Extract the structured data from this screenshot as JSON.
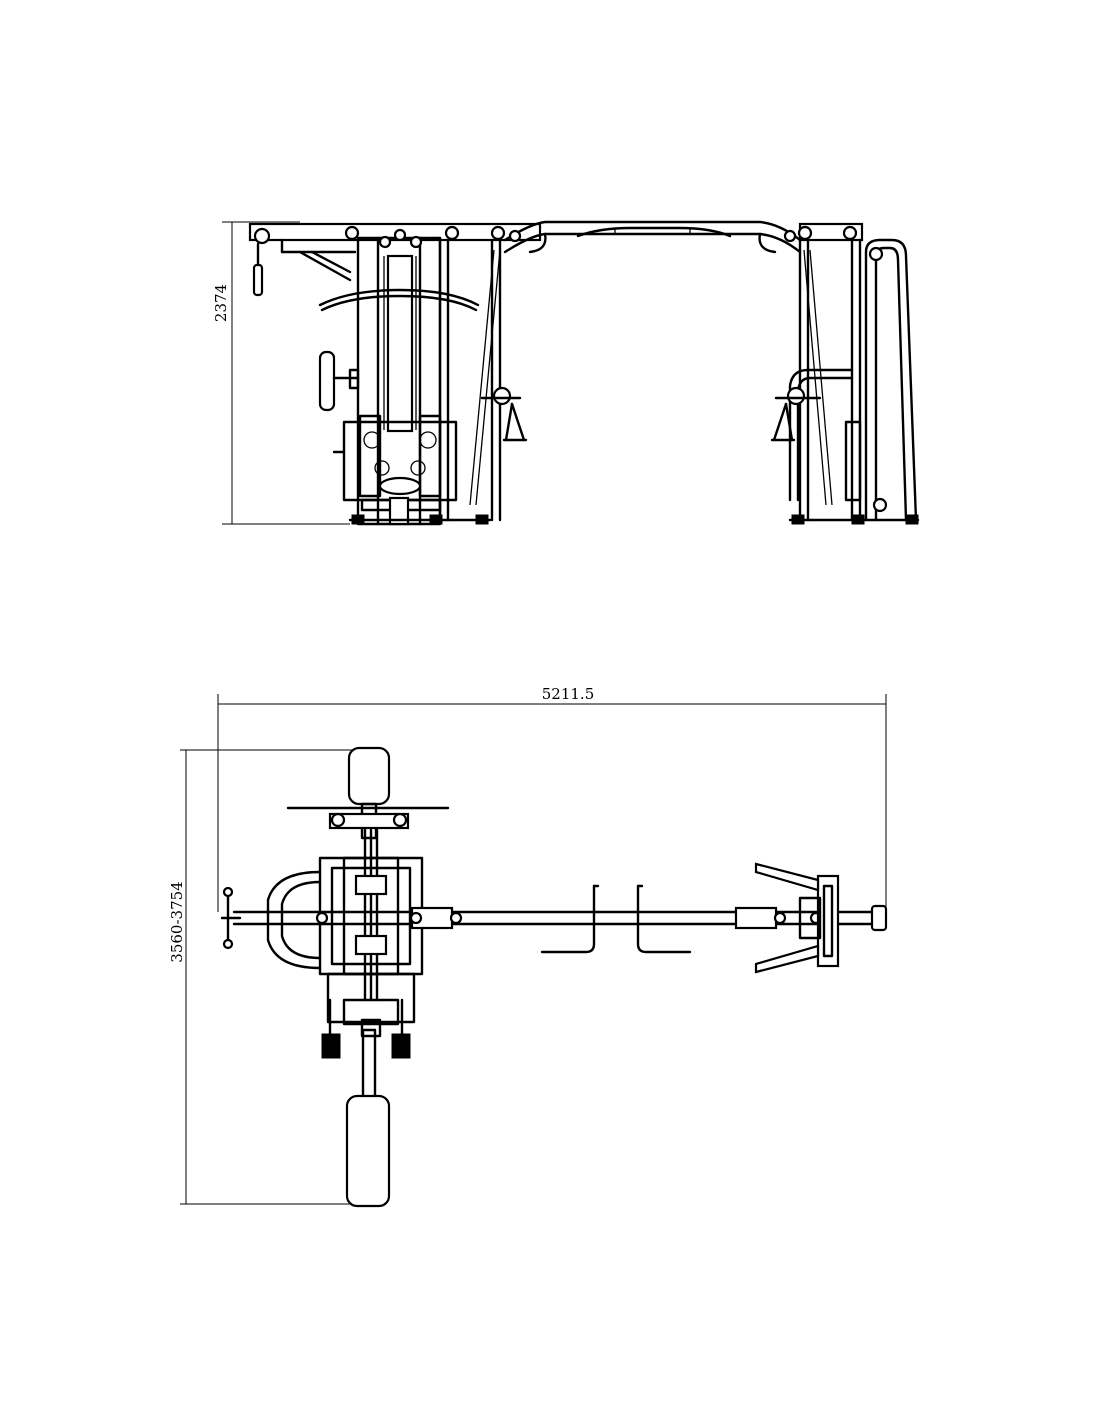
{
  "dimensions": {
    "height": "2374",
    "length": "5211.5",
    "width": "3560-3754"
  }
}
